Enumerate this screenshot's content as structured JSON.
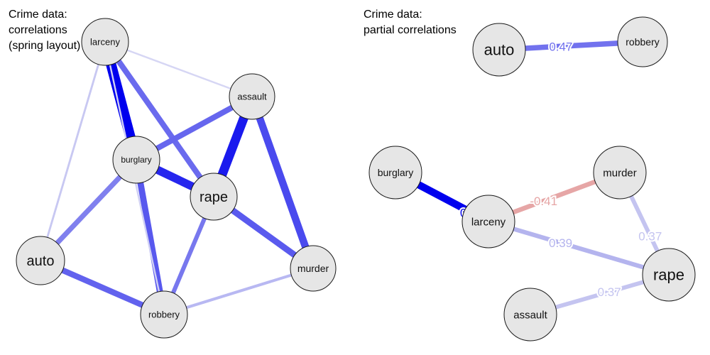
{
  "left_panel": {
    "title": "Crime data:\ncorrelations\n(spring layout)",
    "nodes": [
      {
        "id": "larceny",
        "label": "larceny"
      },
      {
        "id": "assault",
        "label": "assault"
      },
      {
        "id": "burglary",
        "label": "burglary"
      },
      {
        "id": "rape",
        "label": "rape"
      },
      {
        "id": "auto",
        "label": "auto"
      },
      {
        "id": "murder",
        "label": "murder"
      },
      {
        "id": "robbery",
        "label": "robbery"
      }
    ],
    "edges": [
      {
        "from": "larceny",
        "to": "burglary",
        "weight": 0.9,
        "color": "#0000ee"
      },
      {
        "from": "assault",
        "to": "rape",
        "weight": 0.8,
        "color": "#1a1aee"
      },
      {
        "from": "burglary",
        "to": "rape",
        "weight": 0.72,
        "color": "#2626ee"
      },
      {
        "from": "assault",
        "to": "murder",
        "weight": 0.65,
        "color": "#4a4aee"
      },
      {
        "from": "rape",
        "to": "murder",
        "weight": 0.55,
        "color": "#5a5aee"
      },
      {
        "from": "larceny",
        "to": "rape",
        "weight": 0.5,
        "color": "#6a6aee"
      },
      {
        "from": "burglary",
        "to": "assault",
        "weight": 0.5,
        "color": "#6666ee"
      },
      {
        "from": "burglary",
        "to": "robbery",
        "weight": 0.55,
        "color": "#5858ee"
      },
      {
        "from": "auto",
        "to": "robbery",
        "weight": 0.52,
        "color": "#6262ee"
      },
      {
        "from": "burglary",
        "to": "auto",
        "weight": 0.45,
        "color": "#8080ee"
      },
      {
        "from": "rape",
        "to": "robbery",
        "weight": 0.38,
        "color": "#7878ee"
      },
      {
        "from": "larceny",
        "to": "auto",
        "weight": 0.18,
        "color": "#c8c8f2"
      },
      {
        "from": "larceny",
        "to": "assault",
        "weight": 0.15,
        "color": "#d6d6f4"
      },
      {
        "from": "robbery",
        "to": "murder",
        "weight": 0.25,
        "color": "#b8b8f2"
      },
      {
        "from": "larceny",
        "to": "robbery",
        "weight": 0.15,
        "color": "#d0d0f4"
      }
    ]
  },
  "right_panel": {
    "title": "Crime data:\npartial correlations",
    "nodes": [
      {
        "id": "auto",
        "label": "auto"
      },
      {
        "id": "robbery",
        "label": "robbery"
      },
      {
        "id": "burglary",
        "label": "burglary"
      },
      {
        "id": "murder",
        "label": "murder"
      },
      {
        "id": "larceny",
        "label": "larceny"
      },
      {
        "id": "rape",
        "label": "rape"
      },
      {
        "id": "assault",
        "label": "assault"
      }
    ],
    "edges": [
      {
        "from": "auto",
        "to": "robbery",
        "weight": 0.47,
        "label": "0.47",
        "color": "#7272ee"
      },
      {
        "from": "burglary",
        "to": "larceny",
        "weight": 0.65,
        "label": "0.65",
        "color": "#0000ee"
      },
      {
        "from": "larceny",
        "to": "murder",
        "weight": -0.41,
        "label": "-0.41",
        "color": "#e6a6a6"
      },
      {
        "from": "larceny",
        "to": "rape",
        "weight": 0.39,
        "label": "0.39",
        "color": "#b4b4ee"
      },
      {
        "from": "murder",
        "to": "rape",
        "weight": 0.37,
        "label": "0.37",
        "color": "#c4c4f0"
      },
      {
        "from": "assault",
        "to": "rape",
        "weight": 0.37,
        "label": "0.37",
        "color": "#c4c4f0"
      }
    ]
  },
  "colors": {
    "node_fill": "#e6e6e6",
    "node_stroke": "#1a1a1a",
    "positive_edge": "#0000ee",
    "negative_edge": "#e6a6a6"
  }
}
